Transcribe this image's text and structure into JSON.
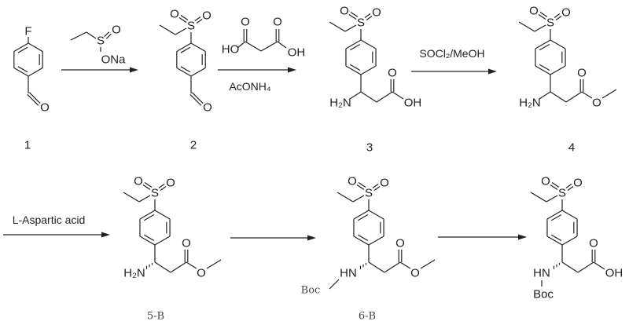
{
  "atoms": {
    "F": "F",
    "O": "O",
    "S": "S",
    "H2N": "H₂N",
    "HN": "HN",
    "OH": "OH",
    "HO": "HO",
    "Boc": "Boc",
    "ONa": "ONa"
  },
  "compound_labels": {
    "c1": "1",
    "c2": "2",
    "c3": "3",
    "c4": "4",
    "c5": "5-B",
    "c6": "6-B"
  },
  "reagents": {
    "step2_below": "AcONH₄",
    "step3_above": "SOCl₂/MeOH",
    "step4_above": "L-Aspartic acid"
  },
  "colors": {
    "ink": "#222222",
    "background": "#ffffff"
  }
}
